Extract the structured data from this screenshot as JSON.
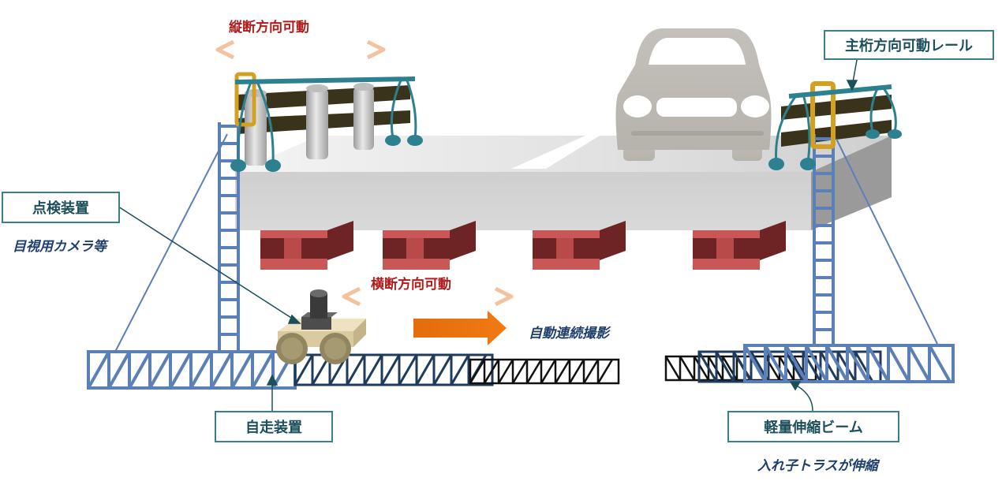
{
  "labels": {
    "longitudinal": "縦断方向可動",
    "rail": "主桁方向可動レール",
    "inspection_device": "点検装置",
    "camera_note": "目視用カメラ等",
    "transverse": "横断方向可動",
    "auto_capture": "自動連続撮影",
    "self_propelled": "自走装置",
    "telescopic_beam": "軽量伸縮ビーム",
    "nested_truss": "入れ子トラスが伸縮"
  },
  "colors": {
    "truss_blue": "#5b80b8",
    "truss_dark": "#1f3b5c",
    "rail_teal": "#2c8090",
    "girder_red": "#b84a4a",
    "arrow_peach": "#f2c3a0",
    "arrow_orange": "#e46c0a",
    "label_red": "#b01c1c",
    "deck_gray": "#c8c8c8"
  },
  "icons": [
    "car-icon",
    "camera-icon",
    "right-arrow-icon",
    "double-arrow-icon"
  ]
}
